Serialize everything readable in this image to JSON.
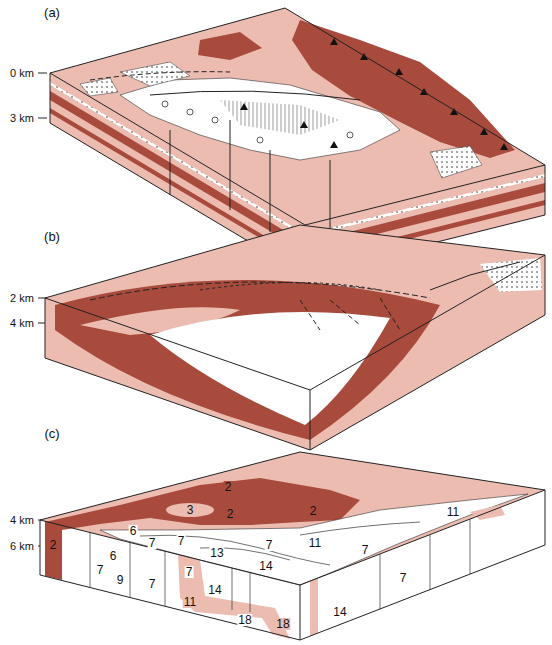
{
  "diagram": {
    "labels": [
      "(a)",
      "0 km",
      "3 km",
      "(b)",
      "2 km",
      "4 km",
      "(c)",
      "4 km",
      "6 km",
      "2",
      "3",
      "2",
      "2",
      "2",
      "6",
      "11",
      "6",
      "7",
      "7",
      "7",
      "11",
      "13",
      "7",
      "14",
      "7",
      "7",
      "9",
      "14",
      "7",
      "11",
      "7",
      "14",
      "18",
      "18"
    ]
  }
}
